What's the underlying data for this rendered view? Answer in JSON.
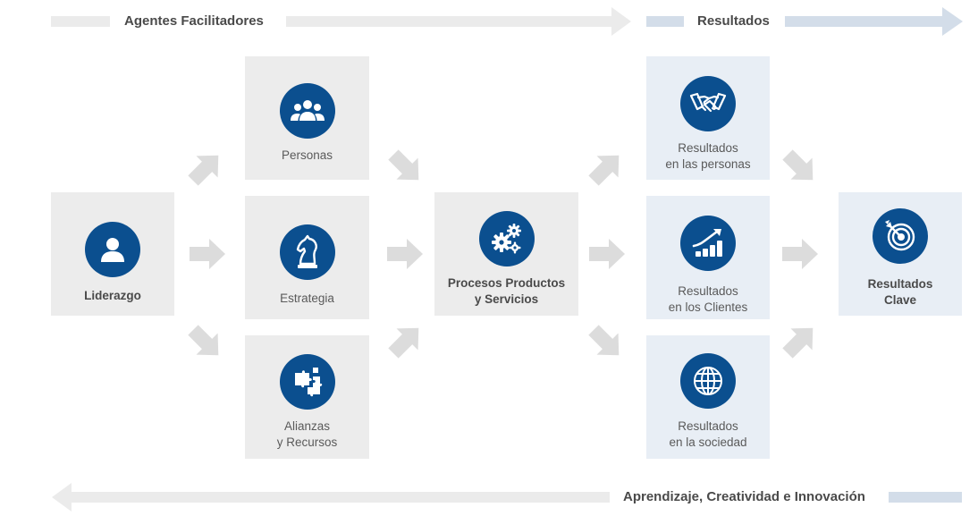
{
  "bands": {
    "top_left": "Agentes Facilitadores",
    "top_right": "Resultados",
    "bottom": "Aprendizaje, Creatividad e Innovación"
  },
  "nodes": {
    "liderazgo": {
      "lines": [
        "Liderazgo"
      ],
      "icon": "person-icon"
    },
    "personas": {
      "lines": [
        "Personas"
      ],
      "icon": "people-group-icon"
    },
    "estrategia": {
      "lines": [
        "Estrategia"
      ],
      "icon": "chess-knight-icon"
    },
    "alianzas": {
      "lines": [
        "Alianzas",
        "y Recursos"
      ],
      "icon": "puzzle-icon"
    },
    "procesos": {
      "lines": [
        "Procesos Productos",
        "y Servicios"
      ],
      "icon": "gears-icon"
    },
    "res_personas": {
      "lines": [
        "Resultados",
        "en las personas"
      ],
      "icon": "handshake-icon"
    },
    "res_clientes": {
      "lines": [
        "Resultados",
        "en los Clientes"
      ],
      "icon": "growth-chart-icon"
    },
    "res_sociedad": {
      "lines": [
        "Resultados",
        "en la sociedad"
      ],
      "icon": "globe-icon"
    },
    "res_clave": {
      "lines": [
        "Resultados",
        "Clave"
      ],
      "icon": "target-icon"
    }
  },
  "colors": {
    "icon_circle": "#0b4f8f",
    "enabler_box": "#ececec",
    "result_box": "#e8eef5",
    "arrow": "#dcdcdc",
    "band_gray": "#ebebeb",
    "band_blue": "#d3dde9"
  }
}
